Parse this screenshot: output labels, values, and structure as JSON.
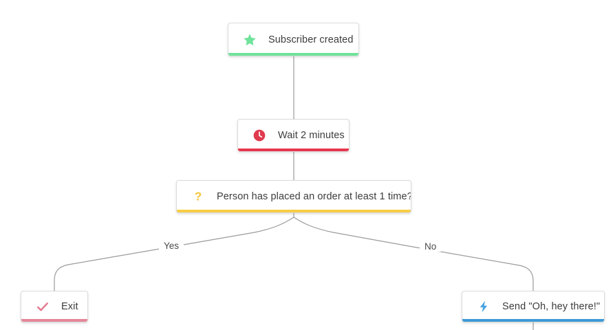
{
  "canvas": {
    "background_color": "#ffffff",
    "edge_color": "#9a9a9a"
  },
  "flow": {
    "nodes": [
      {
        "id": "trigger",
        "label": "Subscriber created",
        "icon": "star-icon",
        "accent_color": "#6fe39a",
        "icon_color": "#6fe39a",
        "type": "trigger"
      },
      {
        "id": "wait",
        "label": "Wait 2 minutes",
        "icon": "clock-icon",
        "accent_color": "#e8364f",
        "icon_color": "#e03a4e",
        "type": "delay"
      },
      {
        "id": "condition",
        "label": "Person has placed an order at least 1 time?",
        "icon": "question-mark-icon",
        "accent_color": "#f7cd46",
        "icon_color": "#f4c63d",
        "type": "condition"
      },
      {
        "id": "exit",
        "label": "Exit",
        "icon": "checkmark-icon",
        "accent_color": "#e58699",
        "icon_color": "#e4798f",
        "type": "exit"
      },
      {
        "id": "send",
        "label": "Send \"Oh, hey there!\"",
        "icon": "lightning-bolt-icon",
        "accent_color": "#3d9ad6",
        "icon_color": "#4aa3e0",
        "type": "action"
      }
    ],
    "branches": [
      {
        "id": "yes",
        "label": "Yes",
        "from": "condition",
        "to": "exit"
      },
      {
        "id": "no",
        "label": "No",
        "from": "condition",
        "to": "send"
      }
    ]
  }
}
